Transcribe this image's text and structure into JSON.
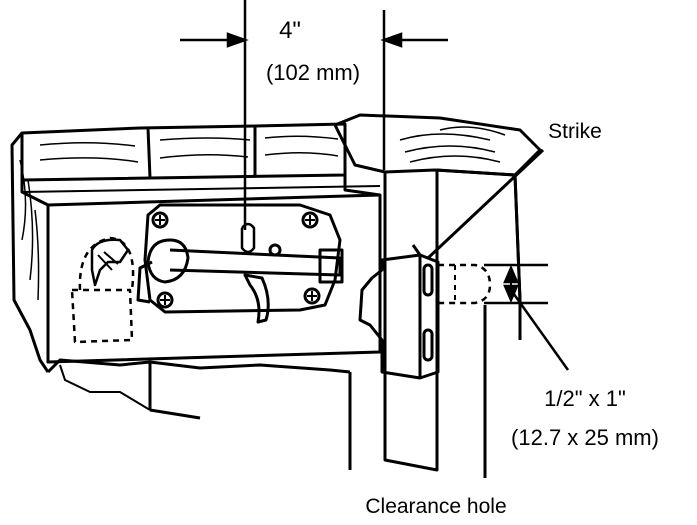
{
  "diagram": {
    "labels": {
      "backset_inches": "4\"",
      "backset_mm": "(102 mm)",
      "strike": "Strike",
      "hole_inches": "1/2\" x 1\"",
      "hole_mm": "(12.7 x 25 mm)",
      "clearance_hole": "Clearance hole"
    },
    "colors": {
      "ink": "#000000",
      "paper": "#ffffff"
    }
  }
}
